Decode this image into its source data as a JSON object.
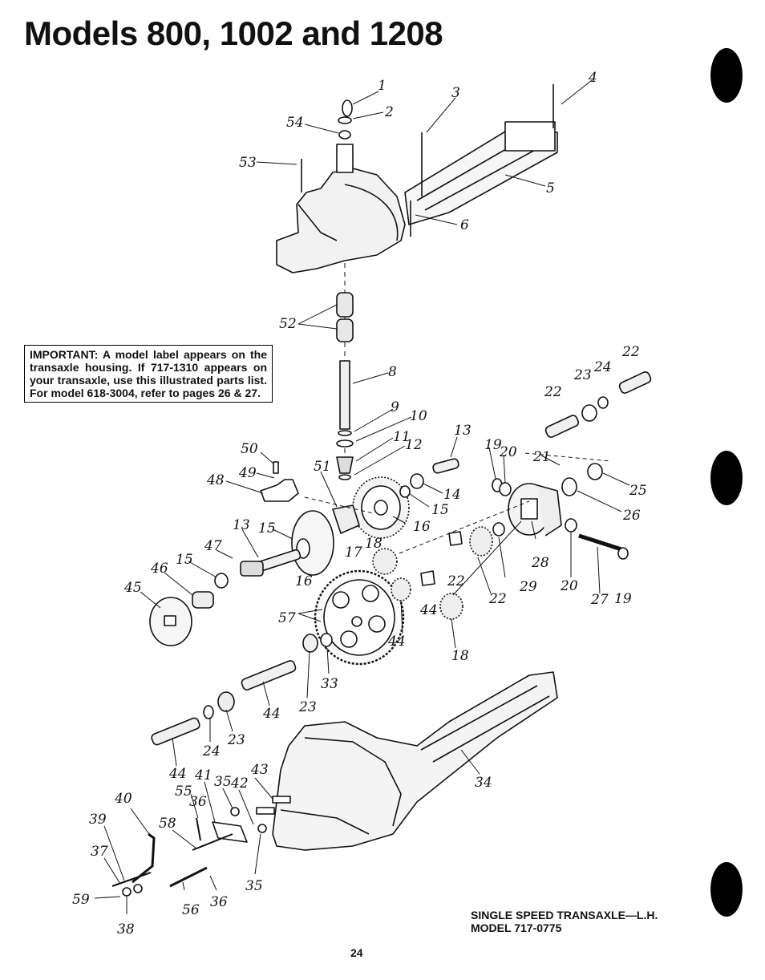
{
  "page": {
    "title": "Models 800, 1002 and 1208",
    "notice": "IMPORTANT: A model label appears on the transaxle housing. If 717-1310 appears on your transaxle, use this illustrated parts list. For model 618-3004, refer to pages 26 & 27.",
    "caption_line1": "SINGLE SPEED TRANSAXLE—L.H.",
    "caption_line2": "MODEL 717-0775",
    "page_number": "24"
  },
  "diagram": {
    "callouts": [
      "1",
      "2",
      "54",
      "53",
      "3",
      "4",
      "5",
      "6",
      "52",
      "8",
      "9",
      "10",
      "11",
      "12",
      "13",
      "14",
      "15",
      "16",
      "17",
      "18",
      "50",
      "49",
      "48",
      "51",
      "13",
      "15",
      "47",
      "46",
      "15",
      "45",
      "16",
      "17",
      "18",
      "22",
      "23",
      "24",
      "22",
      "22",
      "23",
      "25",
      "26",
      "19",
      "20",
      "21",
      "28",
      "29",
      "22",
      "20",
      "27",
      "19",
      "44",
      "44",
      "18",
      "57",
      "33",
      "23",
      "44",
      "24",
      "23",
      "44",
      "34",
      "43",
      "41",
      "35",
      "42",
      "55",
      "36",
      "40",
      "58",
      "39",
      "37",
      "59",
      "38",
      "56",
      "36",
      "35"
    ]
  }
}
